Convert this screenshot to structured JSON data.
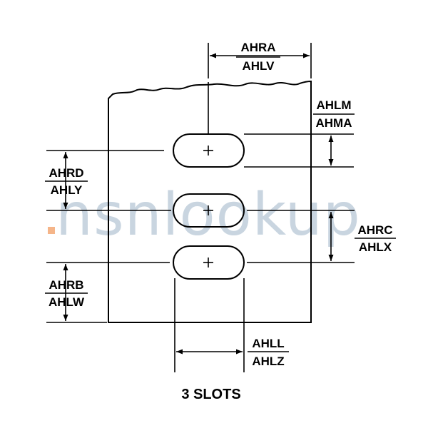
{
  "dimensions": {
    "top_width": [
      "AHRA",
      "AHLV"
    ],
    "slot_height": [
      "AHLM",
      "AHMA"
    ],
    "top_offset": [
      "AHRD",
      "AHLY"
    ],
    "slot_pitch": [
      "AHRC",
      "AHLX"
    ],
    "bottom_offset": [
      "AHRB",
      "AHLW"
    ],
    "slot_length": [
      "AHLL",
      "AHLZ"
    ]
  },
  "caption": "3 SLOTS",
  "watermark": "nsnlookup",
  "slot_count": 3,
  "colors": {
    "line": "#000000",
    "watermark": "#9db4c8",
    "watermark_accent": "#f3a36b"
  }
}
